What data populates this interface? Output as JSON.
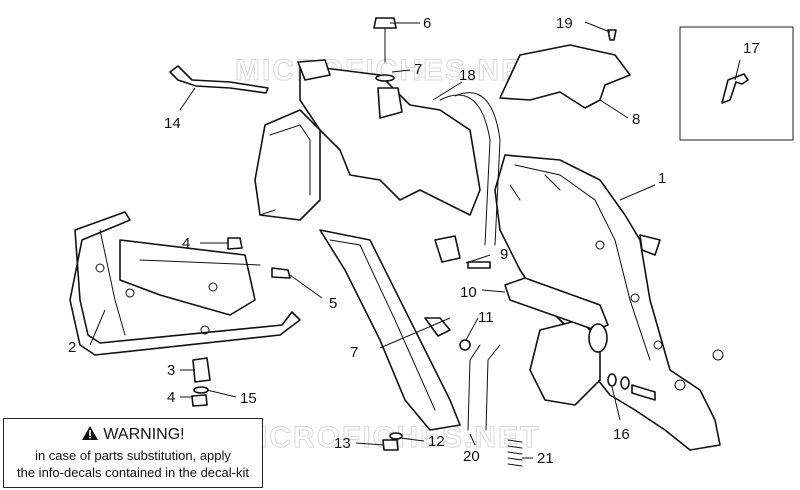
{
  "watermark": "MICROFICHES.NET",
  "callouts": {
    "c1": "1",
    "c2": "2",
    "c3": "3",
    "c4a": "4",
    "c4b": "4",
    "c5": "5",
    "c6": "6",
    "c7a": "7",
    "c7b": "7",
    "c8": "8",
    "c9": "9",
    "c10": "10",
    "c11": "11",
    "c12": "12",
    "c13": "13",
    "c14": "14",
    "c15": "15",
    "c16": "16",
    "c17": "17",
    "c18": "18",
    "c19": "19",
    "c20": "20",
    "c21": "21"
  },
  "warning": {
    "title": "WARNING!",
    "line1": "in case of parts substitution, apply",
    "line2": "the info-decals contained in the decal-kit"
  }
}
